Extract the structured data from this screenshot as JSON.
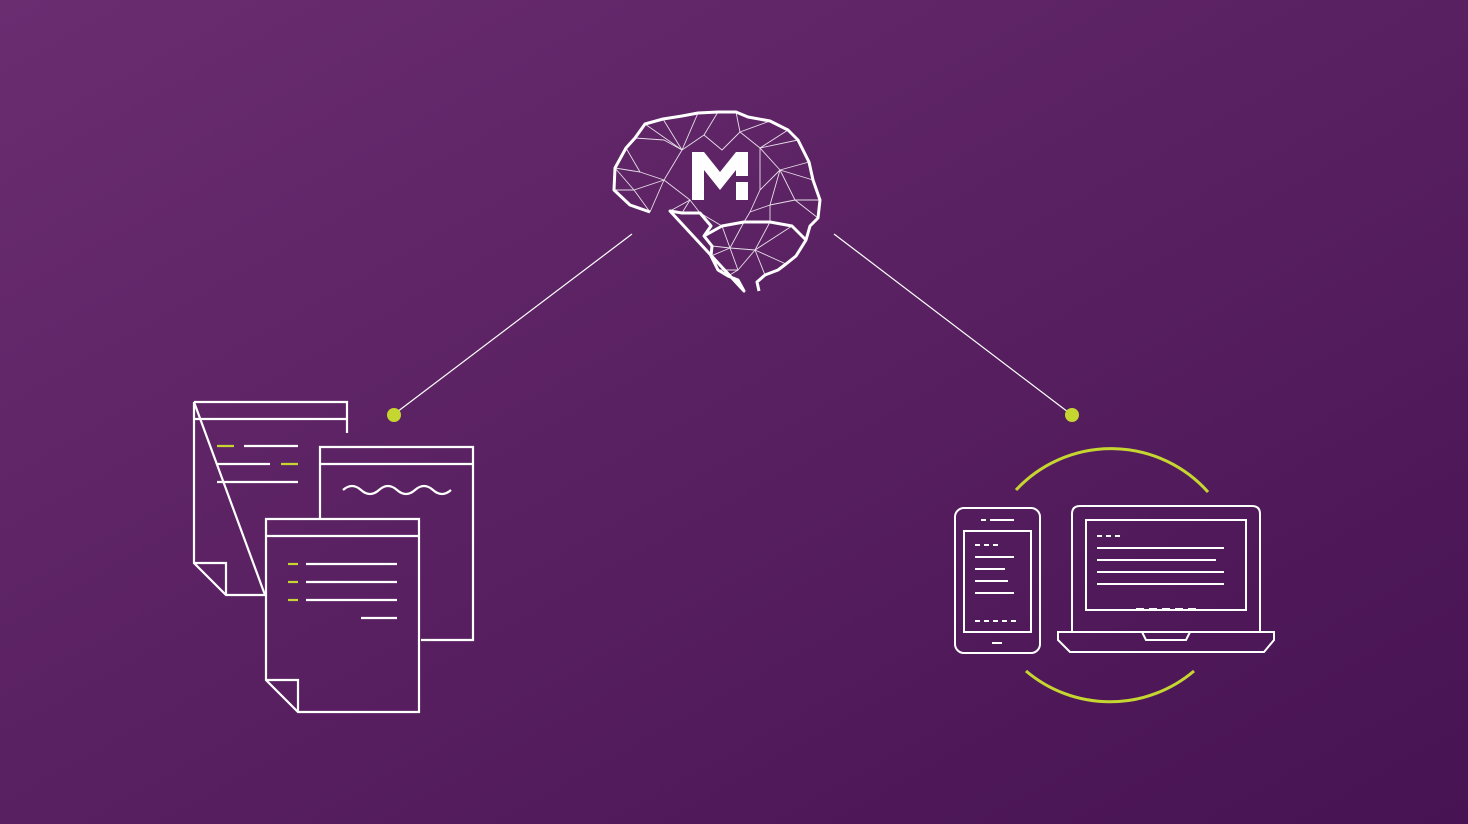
{
  "colors": {
    "background_top_left": "#6a2d70",
    "background_bottom_right": "#471352",
    "line": "#ffffff",
    "accent": "#c6d630"
  },
  "nodes": [
    {
      "id": "brain",
      "icon": "brain-network-icon",
      "logo": "M."
    },
    {
      "id": "documents",
      "icon": "documents-icon"
    },
    {
      "id": "devices",
      "icon": "devices-sync-icon"
    }
  ],
  "edges": [
    {
      "from": "brain",
      "to": "documents"
    },
    {
      "from": "brain",
      "to": "devices"
    }
  ]
}
